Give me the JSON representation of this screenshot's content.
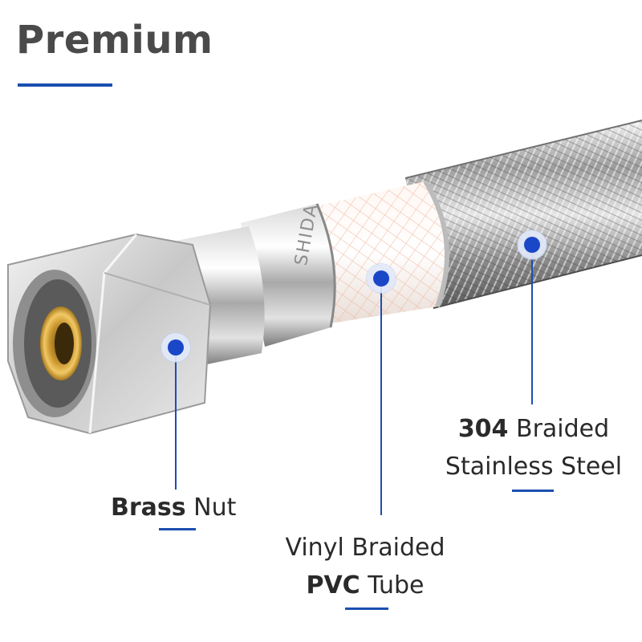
{
  "title": "Premium",
  "callouts": {
    "brass_nut": {
      "bold": "Brass",
      "text": "Nut"
    },
    "vinyl_tube": {
      "line1": "Vinyl Braided",
      "bold": "PVC",
      "text": "Tube"
    },
    "steel": {
      "bold": "304",
      "text": "Braided",
      "line2": "Stainless Steel"
    }
  },
  "fitting_marking": "SHIDA",
  "colors": {
    "accent": "#1b4fb0",
    "dot": "#1a47c8",
    "title": "#4a4a4a",
    "text": "#2a2a2a"
  }
}
